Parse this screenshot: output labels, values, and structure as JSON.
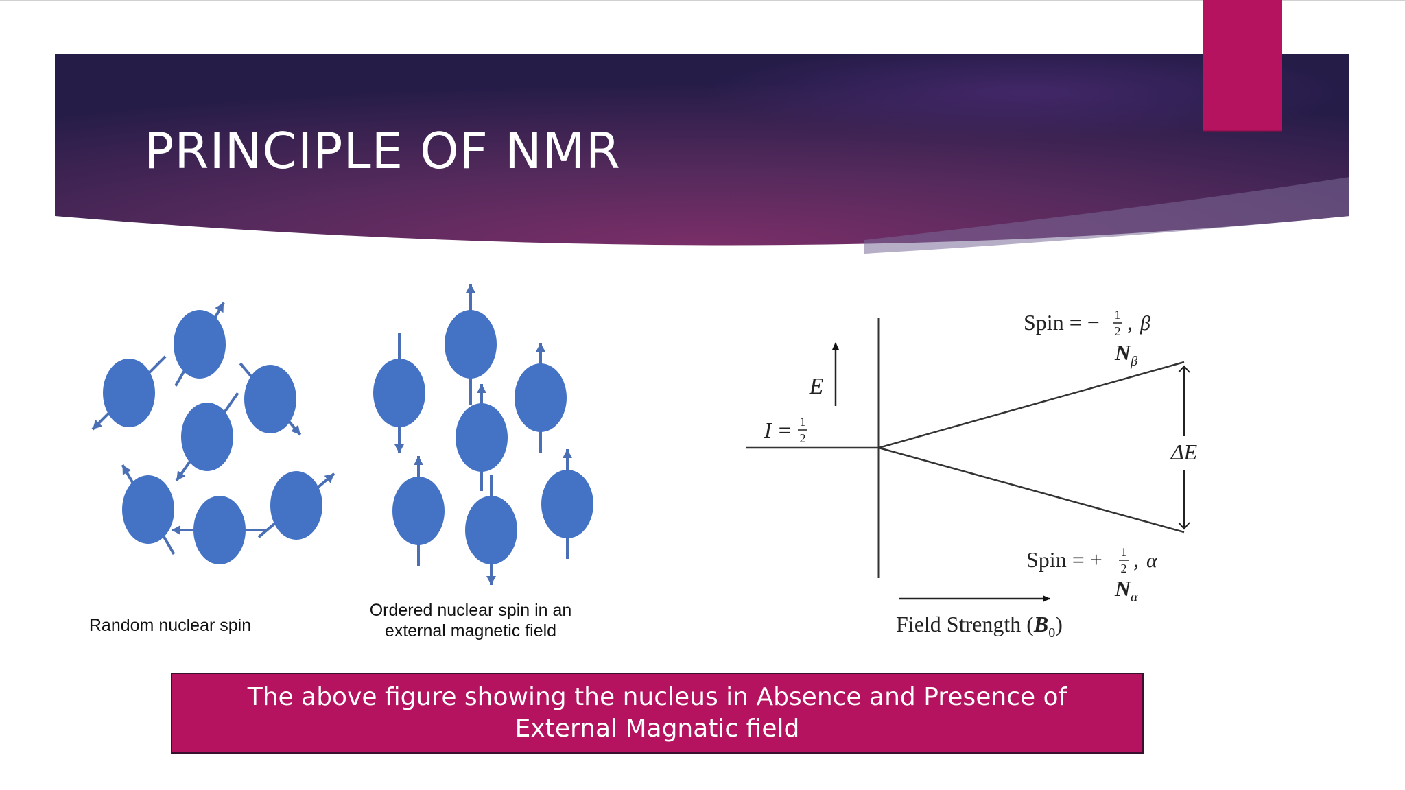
{
  "slide": {
    "title": "PRINCIPLE OF NMR",
    "caption": "The above figure showing the nucleus in Absence and Presence of External Magnatic field"
  },
  "figure_left": {
    "random_label": "Random nuclear spin",
    "ordered_label_line1": "Ordered nuclear spin in an",
    "ordered_label_line2": "external magnetic field"
  },
  "figure_right": {
    "energy_axis_label": "E",
    "spin_quantum_label": "I =",
    "upper_state_label": "Spin = −",
    "upper_state_symbol": "β",
    "upper_population": "N",
    "upper_population_sub": "β",
    "lower_state_label": "Spin = +",
    "lower_state_symbol": "α",
    "lower_population": "N",
    "lower_population_sub": "α",
    "delta_label": "ΔE",
    "field_label": "Field Strength (",
    "field_symbol": "B",
    "field_symbol_sub": "0",
    "fraction_num": "1",
    "fraction_den": "2"
  },
  "colors": {
    "banner_dark": "#2a1f4e",
    "banner_mid": "#6b2a60",
    "accent_magenta": "#b5135f",
    "nucleus_blue": "#4472c4",
    "arrow_blue": "#4a6fb5"
  }
}
